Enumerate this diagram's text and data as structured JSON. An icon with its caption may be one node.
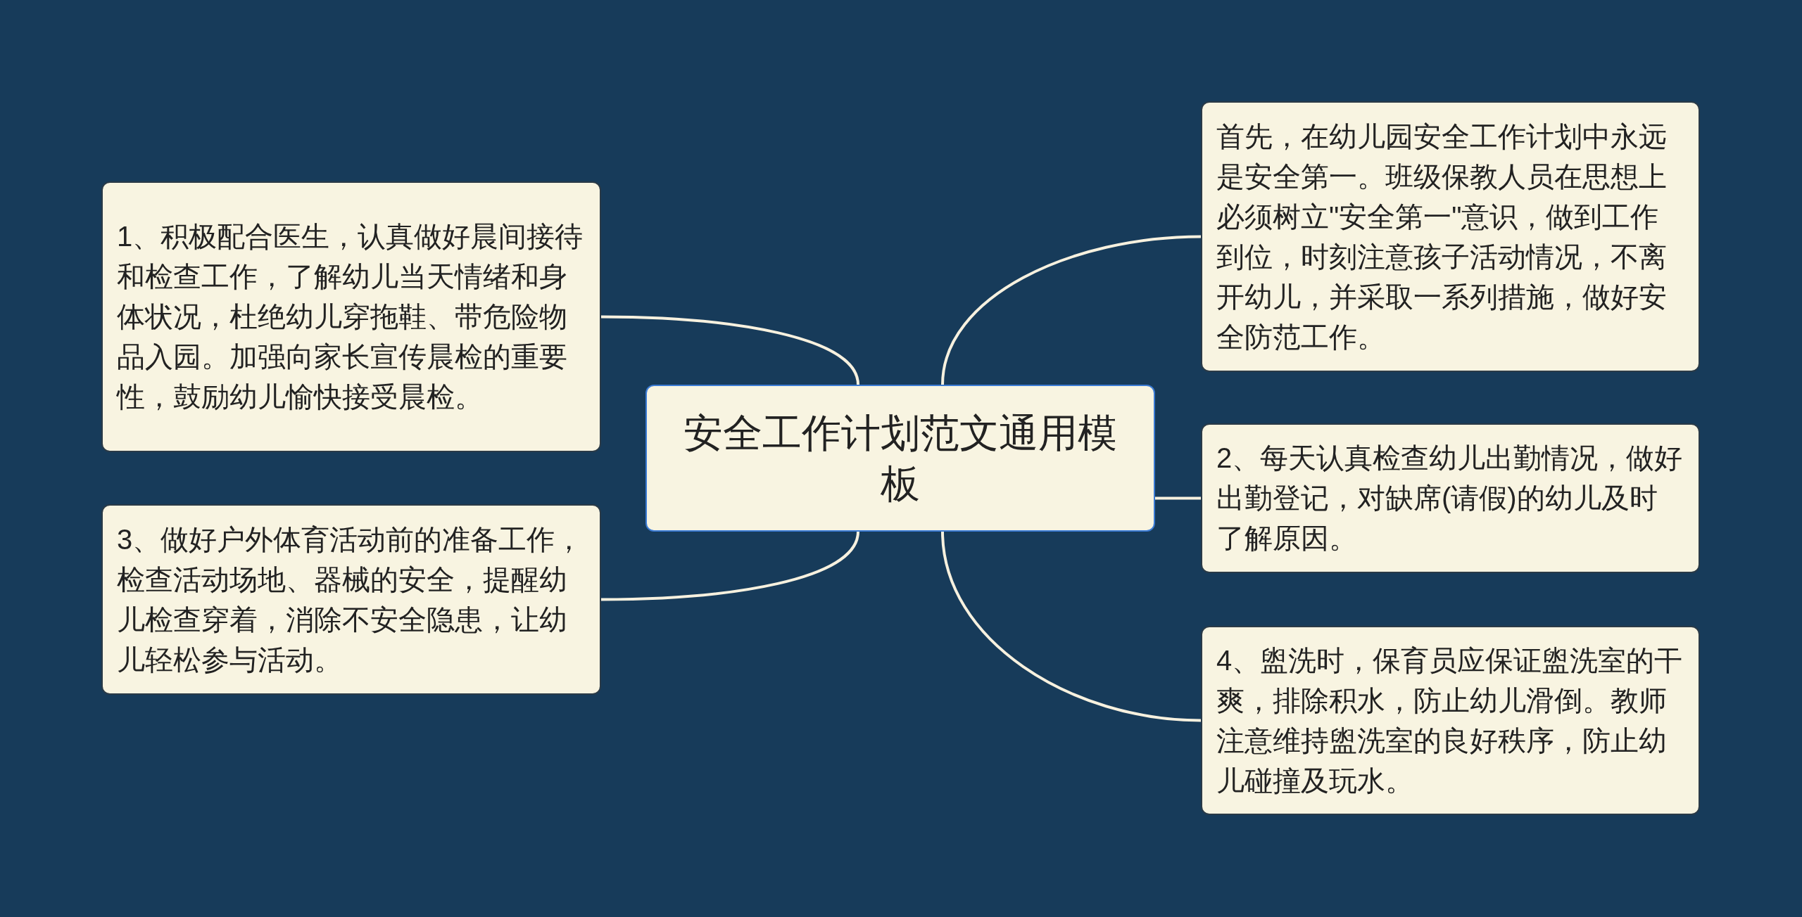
{
  "diagram": {
    "nodes": [
      {
        "text": [
          "安全工作计划范文通用模板"
        ]
      },
      {
        "text": [
          "首先，在幼儿园安全工作计划中永远是安全第一。班级保教人员在思想上必须树立\"安全第一\"意识，做到工作到位，时刻注意孩子活动情况，不离开幼儿，并采取一系列措施，做好安全防范工作。"
        ]
      },
      {
        "text": [
          "1、积极配合医生，认真做好晨间接待和检查工作，了解幼儿当天情绪和身体状况，杜绝幼儿穿拖鞋、带危险物品入园。加强向家长宣传晨检的重要性，鼓励幼儿愉快接受晨检。"
        ]
      },
      {
        "text": [
          "2、每天认真检查幼儿出勤情况，做好出勤登记，对缺席(请假)的幼儿及时了解原因。"
        ]
      },
      {
        "text": [
          "3、做好户外体育活动前的准备工作，检查活动场地、器械的安全，提醒幼儿检查穿着，消除不安全隐患，让幼儿轻松参与活动。"
        ]
      },
      {
        "text": [
          "4、盥洗时，保育员应保证盥洗室的干爽，排除积水，防止幼儿滑倒。教师注意维持盥洗室的良好秩序，防止幼儿碰撞及玩水。"
        ]
      }
    ],
    "edges": [
      {
        "from": 0,
        "to": 1,
        "arrow": "none"
      },
      {
        "from": 0,
        "to": 2,
        "arrow": "none"
      },
      {
        "from": 0,
        "to": 3,
        "arrow": "none"
      },
      {
        "from": 0,
        "to": 4,
        "arrow": "none"
      },
      {
        "from": 0,
        "to": 5,
        "arrow": "none"
      }
    ]
  }
}
